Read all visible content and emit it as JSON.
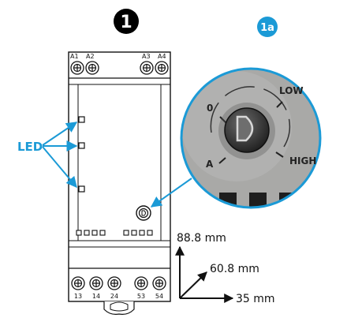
{
  "badges": {
    "main": "1",
    "zoom": "1a"
  },
  "terminals_top": [
    "A1",
    "A2",
    "A3",
    "A4"
  ],
  "terminals_bottom": [
    "13",
    "14",
    "24",
    "53",
    "54"
  ],
  "led_label": "LED",
  "dial": {
    "zero": "0",
    "low": "LOW",
    "high": "HIGH",
    "auto": "A"
  },
  "dimensions": {
    "height": "88.8 mm",
    "depth": "60.8 mm",
    "width": "35 mm"
  },
  "colors": {
    "accent": "#1b9ad6",
    "outline": "#111111",
    "badge_black": "#000000",
    "zoom_bg": "#a9a9a7"
  }
}
